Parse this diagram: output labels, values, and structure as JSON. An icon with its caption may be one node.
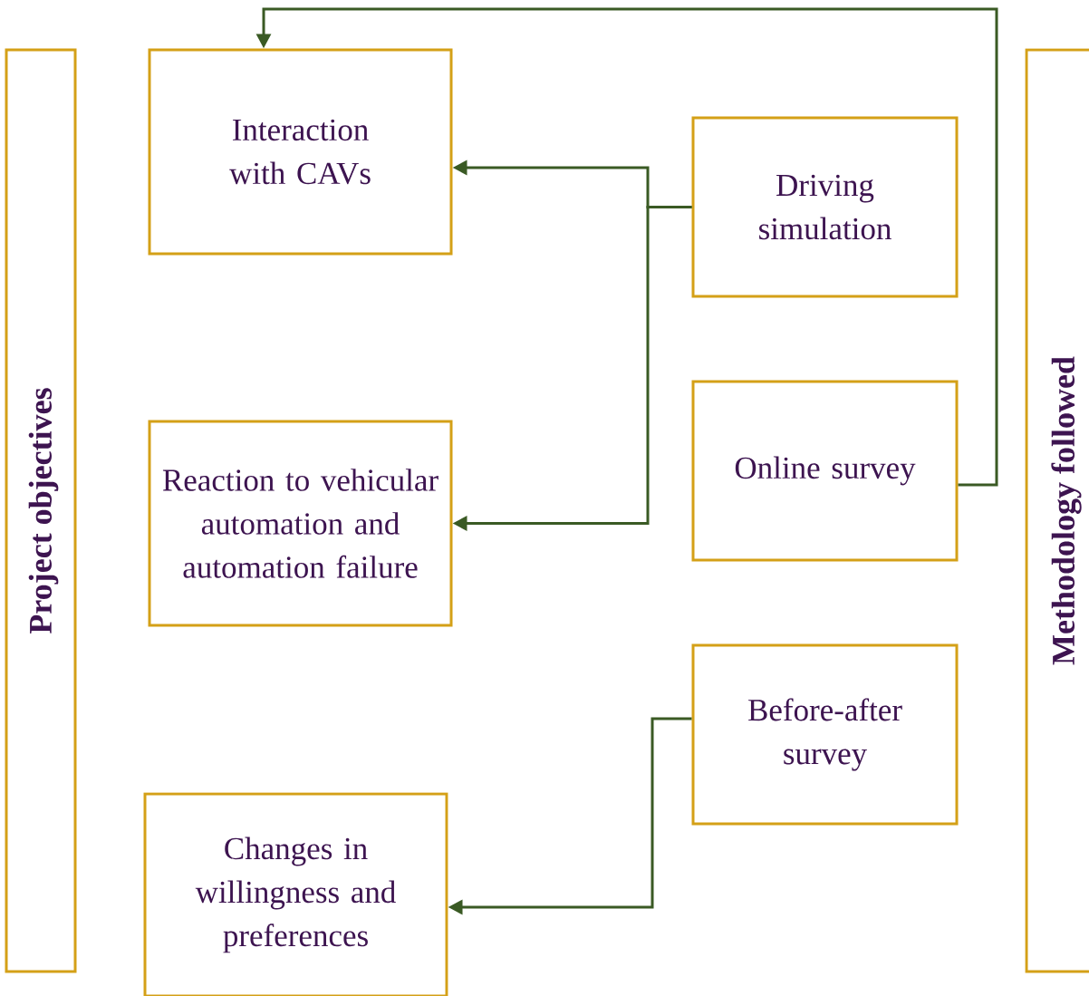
{
  "diagram": {
    "nodes": [
      {
        "text": [
          "Project objectives"
        ]
      },
      {
        "text": [
          "Interaction with CAVs"
        ]
      },
      {
        "text": [
          "Reaction to vehicular automation and automation failure"
        ]
      },
      {
        "text": [
          "Changes in willingness and preferences"
        ]
      },
      {
        "text": [
          "Driving simulation"
        ]
      },
      {
        "text": [
          "Online survey"
        ]
      },
      {
        "text": [
          "Before-after survey"
        ]
      },
      {
        "text": [
          "Methodology followed"
        ]
      }
    ],
    "edges": [
      {
        "from": 4,
        "to": 1,
        "arrow": "to"
      },
      {
        "from": 4,
        "to": 2,
        "arrow": "to"
      },
      {
        "from": 5,
        "to": 1,
        "arrow": "to"
      },
      {
        "from": 6,
        "to": 3,
        "arrow": "to"
      }
    ]
  }
}
